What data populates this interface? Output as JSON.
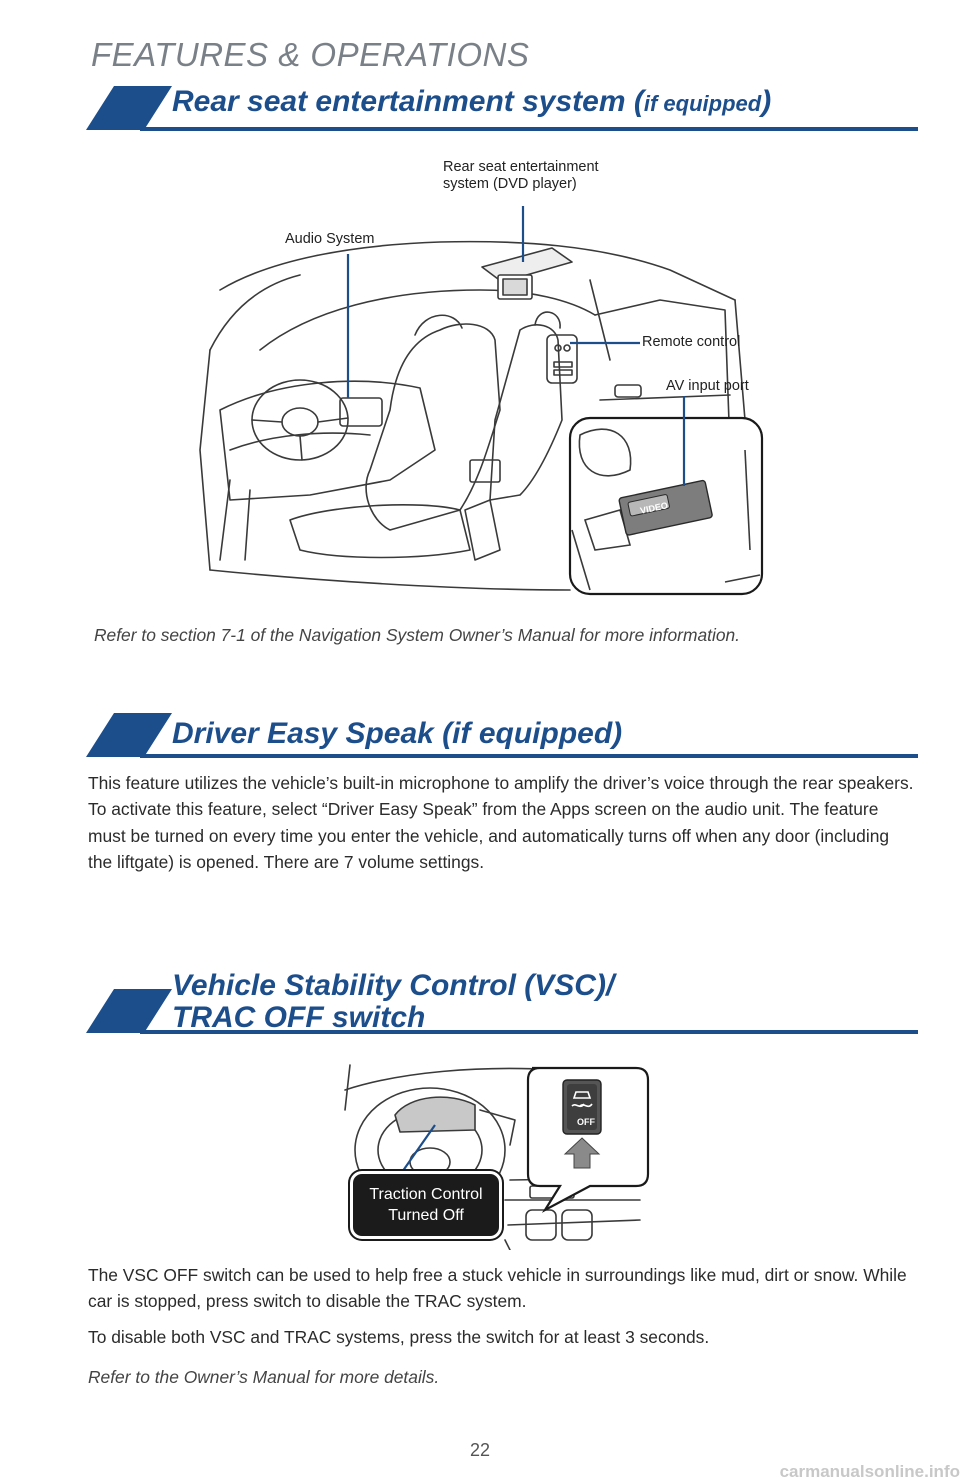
{
  "page": {
    "header": "FEATURES & OPERATIONS",
    "page_number": "22",
    "watermark": "carmanualsonline.info"
  },
  "colors": {
    "accent": "#1d4e8c",
    "header_gray": "#7a8087"
  },
  "rse": {
    "title_main": "Rear seat entertainment system (",
    "title_small": "if equipped",
    "title_close": ")",
    "callout_dvd_line1": "Rear seat entertainment",
    "callout_dvd_line2": "system (DVD player)",
    "callout_audio": "Audio System",
    "callout_remote": "Remote control",
    "callout_av": "AV input port",
    "video_label": "VIDEO",
    "note": "Refer to section 7-1 of the Navigation System Owner’s Manual for more information."
  },
  "des": {
    "title": "Driver Easy Speak (if equipped)",
    "body": "This feature utilizes the vehicle’s built-in microphone to amplify the driver’s voice through the rear speakers. To activate this feature, select “Driver Easy Speak” from the Apps screen on the audio unit. The feature must be turned on every time you enter the vehicle, and automatically turns off when any door (including the liftgate) is opened. There are 7 volume settings."
  },
  "vsc": {
    "title_line1": "Vehicle Stability Control (VSC)/",
    "title_line2": "TRAC OFF switch",
    "badge_line1": "Traction Control",
    "badge_line2": "Turned Off",
    "switch_label": "OFF",
    "body1": "The VSC OFF switch can be used to help free a stuck vehicle in surroundings like mud, dirt or snow. While car is stopped, press switch to disable the TRAC system.",
    "body2": "To disable both VSC and TRAC systems, press the switch for at least 3 seconds.",
    "note": "Refer to the Owner’s Manual for more details."
  }
}
